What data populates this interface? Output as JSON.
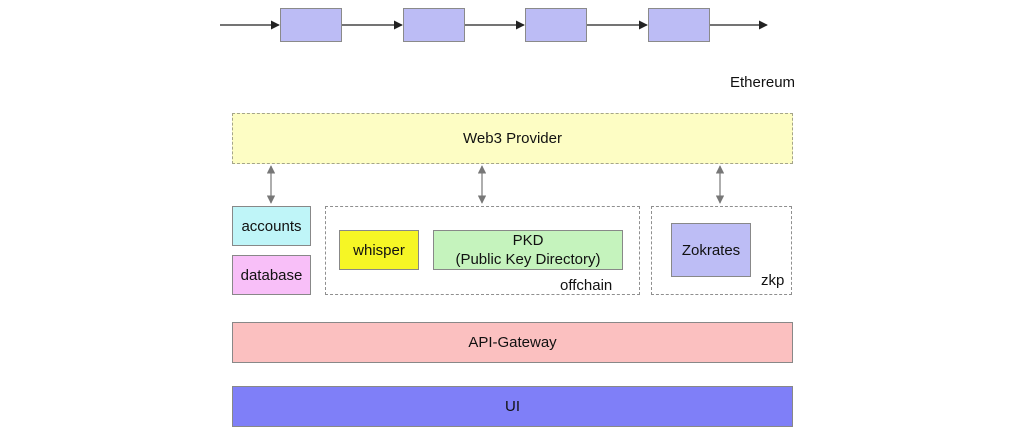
{
  "blockchain": {
    "label": "Ethereum",
    "blocks": 4
  },
  "web3_provider": {
    "label": "Web3 Provider"
  },
  "local_store": {
    "accounts": "accounts",
    "database": "database"
  },
  "offchain": {
    "label": "offchain",
    "whisper": "whisper",
    "pkd_line1": "PKD",
    "pkd_line2": "(Public Key Directory)"
  },
  "zkp": {
    "label": "zkp",
    "zokrates": "Zokrates"
  },
  "api_gateway": {
    "label": "API-Gateway"
  },
  "ui": {
    "label": "UI"
  },
  "colors": {
    "block": "#bcbcf5",
    "web3_provider": "#fdfdc4",
    "accounts": "#bff5f8",
    "database": "#f8bff8",
    "whisper": "#f6f625",
    "pkd": "#c5f3bd",
    "zokrates": "#bdbdf5",
    "api_gateway": "#fbc0c0",
    "ui": "#7f7ff8"
  }
}
